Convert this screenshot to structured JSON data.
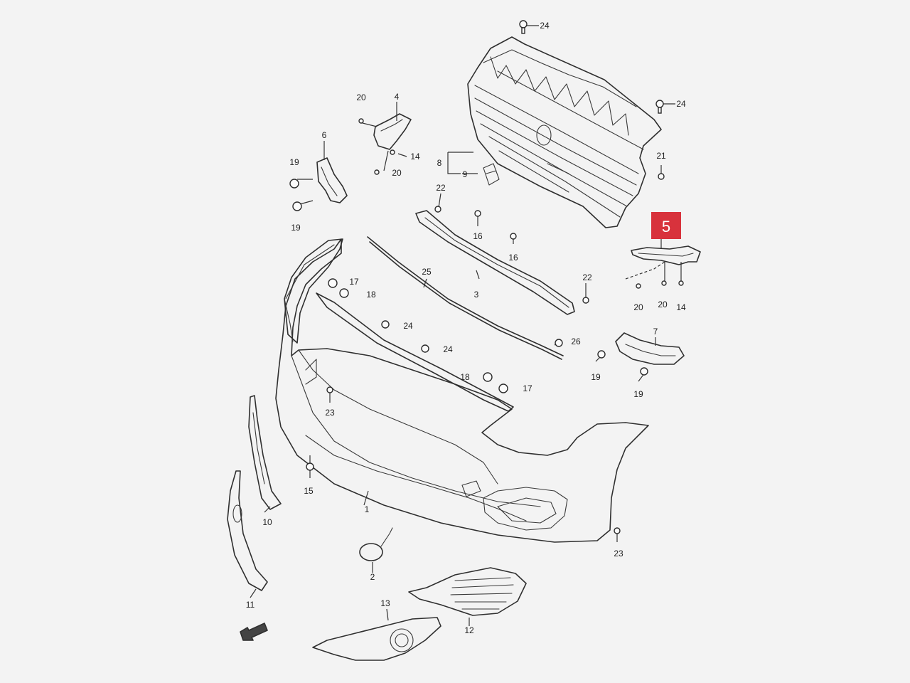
{
  "highlight": {
    "part_number": "5",
    "color": "#d8323c"
  },
  "labels": {
    "p1": "1",
    "p2": "2",
    "p3": "3",
    "p4": "4",
    "p6": "6",
    "p7": "7",
    "p8": "8",
    "p9": "9",
    "p10": "10",
    "p11": "11",
    "p12": "12",
    "p13": "13",
    "p14_top": "14",
    "p14_right": "14",
    "p15": "15",
    "p16_a": "16",
    "p16_b": "16",
    "p17_a": "17",
    "p17_b": "17",
    "p18_a": "18",
    "p18_b": "18",
    "p19_a": "19",
    "p19_b": "19",
    "p19_c": "19",
    "p19_d": "19",
    "p20_a": "20",
    "p20_b": "20",
    "p20_c": "20",
    "p20_d": "20",
    "p21": "21",
    "p22_a": "22",
    "p22_b": "22",
    "p23_a": "23",
    "p23_b": "23",
    "p24_a": "24",
    "p24_b": "24",
    "p24_c": "24",
    "p24_d": "24",
    "p25": "25",
    "p26": "26"
  },
  "icons": {
    "front_direction": "front-arrow-icon"
  }
}
